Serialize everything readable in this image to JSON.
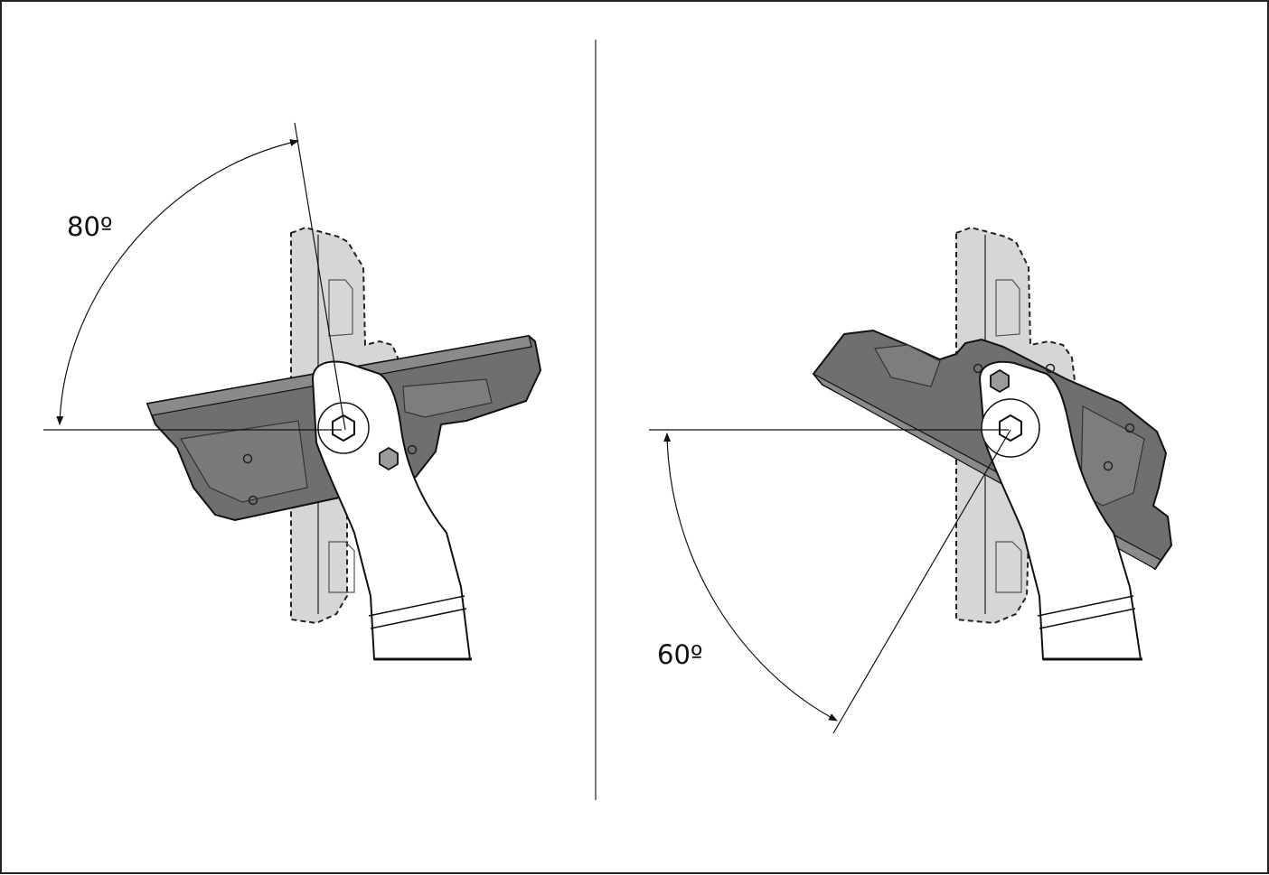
{
  "figure": {
    "left_panel": {
      "angle_label": "80º",
      "angle_degrees": 80
    },
    "right_panel": {
      "angle_label": "60º",
      "angle_degrees": 60
    }
  },
  "colors": {
    "frame": "#222222",
    "monitor_dark": "#6f6f6f",
    "monitor_ghost": "#d6d6d6",
    "bracket": "#ffffff",
    "line": "#111111"
  }
}
